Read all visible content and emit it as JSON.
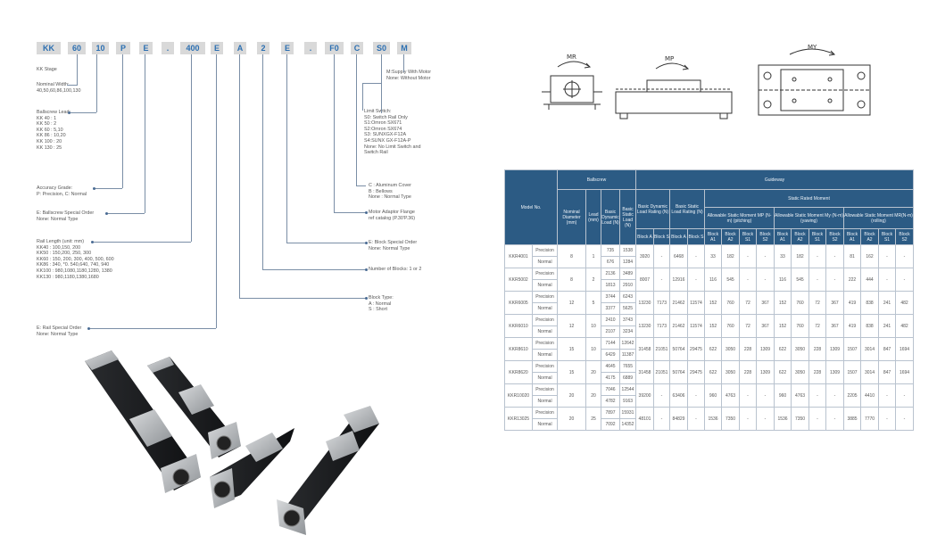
{
  "model_code": {
    "segments": [
      {
        "id": "stage",
        "text": "KK"
      },
      {
        "id": "width",
        "text": "60"
      },
      {
        "id": "lead",
        "text": "10"
      },
      {
        "id": "accuracy",
        "text": "P"
      },
      {
        "id": "ballscrew_special",
        "text": "E"
      },
      {
        "id": "dot1",
        "text": "."
      },
      {
        "id": "rail_length",
        "text": "400"
      },
      {
        "id": "rail_special",
        "text": "E"
      },
      {
        "id": "block_type",
        "text": "A"
      },
      {
        "id": "blocks",
        "text": "2"
      },
      {
        "id": "block_special",
        "text": "E"
      },
      {
        "id": "dot2",
        "text": "."
      },
      {
        "id": "adaptor",
        "text": "F0"
      },
      {
        "id": "cover",
        "text": "C"
      },
      {
        "id": "limit",
        "text": "S0"
      },
      {
        "id": "motor",
        "text": "M"
      }
    ]
  },
  "annotations": {
    "stage": [
      "KK Stage"
    ],
    "width": [
      "Nominal Width:",
      "40,50,60,86,100,130"
    ],
    "lead": [
      "Ballscrew Lead:",
      "KK 40 : 1",
      "KK 50 : 2",
      "KK 60 : 5,10",
      "KK 86 : 10,20",
      "KK 100 : 20",
      "KK 130 : 25"
    ],
    "accuracy": [
      "Accuracy Grade:",
      "P:  Precision, C:  Normal"
    ],
    "ballscrew_special": [
      "E: Ballscrew Special Order",
      "None:  Normal Type"
    ],
    "rail_length": [
      "Rail Length (unit: mm)",
      "KK40 : 100,150, 200",
      "KK50 : 150,200, 250, 300",
      "KK60 : 150, 200, 300, 400, 500, 600",
      "KK86 : 340, *0. 540,640, 740, 940",
      "KK100 : 980,1080,1180,1280, 1380",
      "KK130 : 980,1180,1380,1680"
    ],
    "rail_special": [
      "E: Rail Special Order",
      "None:  Normal Type"
    ],
    "motor": [
      "M:Supply With Motor",
      "None:  Without Motor"
    ],
    "limit": [
      "Limit Switch:",
      "S0: Switch Rail Only",
      "S1:Omron SX671",
      "S2:Omron SX674",
      "S3: SUNXGX-F12A",
      "S4:SUNX GX-F12A-P",
      "None:   No Limit Switch and",
      "Switch Rail"
    ],
    "cover": [
      "C : Aluminum Cover",
      "B : Bellows",
      "None : Normal Type"
    ],
    "adaptor": [
      "Motor Adaptor Flange",
      "ref catalog (P.30'P.36)"
    ],
    "block_special": [
      "E: Block Special Order",
      "None:  Normal Type"
    ],
    "blocks": [
      "Number of Blocks:  1 or 2"
    ],
    "block_type": [
      "Block Type:",
      "A : Normal",
      "S : Short"
    ]
  },
  "diagrams": {
    "moment_labels": [
      "MR",
      "MP",
      "MY"
    ]
  },
  "table": {
    "header": {
      "model": "Model No.",
      "ballscrew": "Ballscrew",
      "guideway": "Guideway",
      "nominal_diameter": "Nominal Diameter (mm)",
      "lead": "Lead (mm)",
      "basic_dynamic_load": "Basic Dynamic Load (N)",
      "basic_static_load": "Basic Static Load (N)",
      "basic_dynamic_rating": "Basic Dynamic Load Rating (N)",
      "basic_static_rating": "Basic Static Load Rating (N)",
      "static_rated_moment": "Static Rated Moment",
      "moment_mp": "Allowable Static Moment MP (N-m) (pitching)",
      "moment_my": "Allowable Static Moment My (N-m) (yawing)",
      "moment_mr": "Allowable Static Moment MR(N-m) (rolling)",
      "block_a": "Block A",
      "block_s": "Block S",
      "block_a1": "Block A1",
      "block_a2": "Block A2",
      "block_s1": "Block S1",
      "block_s2": "Block S2"
    },
    "grades": [
      "Precision",
      "Normal"
    ],
    "rows": [
      {
        "model": "KKR4001",
        "dia": "8",
        "lead": "1",
        "dyn": [
          "735",
          "676"
        ],
        "sta": [
          "1538",
          "1284"
        ],
        "gd": [
          "3920",
          "-"
        ],
        "gs": [
          "6468",
          "-"
        ],
        "mp": [
          "33",
          "182",
          "-",
          "-"
        ],
        "my": [
          "33",
          "182",
          "-",
          "-"
        ],
        "mr": [
          "81",
          "162",
          "-",
          "-"
        ]
      },
      {
        "model": "KKR5002",
        "dia": "8",
        "lead": "2",
        "dyn": [
          "2136",
          "1813"
        ],
        "sta": [
          "3489",
          "2910"
        ],
        "gd": [
          "8007",
          "-"
        ],
        "gs": [
          "12916",
          "-"
        ],
        "mp": [
          "116",
          "545",
          "-",
          "-"
        ],
        "my": [
          "116",
          "545",
          "-",
          "-"
        ],
        "mr": [
          "222",
          "444",
          "-",
          "-"
        ]
      },
      {
        "model": "KKR6005",
        "dia": "12",
        "lead": "5",
        "dyn": [
          "3744",
          "3377"
        ],
        "sta": [
          "6243",
          "5625"
        ],
        "gd": [
          "13230",
          "7173"
        ],
        "gs": [
          "21462",
          "11574"
        ],
        "mp": [
          "152",
          "760",
          "72",
          "367"
        ],
        "my": [
          "152",
          "760",
          "72",
          "367"
        ],
        "mr": [
          "419",
          "838",
          "241",
          "482"
        ]
      },
      {
        "model": "KKR6010",
        "dia": "12",
        "lead": "10",
        "dyn": [
          "2410",
          "2107"
        ],
        "sta": [
          "3743",
          "3234"
        ],
        "gd": [
          "13230",
          "7173"
        ],
        "gs": [
          "21462",
          "11574"
        ],
        "mp": [
          "152",
          "760",
          "72",
          "367"
        ],
        "my": [
          "152",
          "760",
          "72",
          "367"
        ],
        "mr": [
          "419",
          "838",
          "241",
          "482"
        ]
      },
      {
        "model": "KKR8610",
        "dia": "15",
        "lead": "10",
        "dyn": [
          "7144",
          "6429"
        ],
        "sta": [
          "12642",
          "11387"
        ],
        "gd": [
          "31458",
          "21051"
        ],
        "gs": [
          "50764",
          "29475"
        ],
        "mp": [
          "622",
          "3050",
          "228",
          "1309"
        ],
        "my": [
          "622",
          "3050",
          "228",
          "1309"
        ],
        "mr": [
          "1507",
          "3014",
          "847",
          "1694"
        ]
      },
      {
        "model": "KKR8620",
        "dia": "15",
        "lead": "20",
        "dyn": [
          "4645",
          "4175"
        ],
        "sta": [
          "7655",
          "6889"
        ],
        "gd": [
          "31458",
          "21051"
        ],
        "gs": [
          "50764",
          "29475"
        ],
        "mp": [
          "622",
          "3050",
          "228",
          "1309"
        ],
        "my": [
          "622",
          "3050",
          "228",
          "1309"
        ],
        "mr": [
          "1507",
          "3014",
          "847",
          "1694"
        ]
      },
      {
        "model": "KKR10020",
        "dia": "20",
        "lead": "20",
        "dyn": [
          "7046",
          "4782"
        ],
        "sta": [
          "12544",
          "9163"
        ],
        "gd": [
          "39200",
          "-"
        ],
        "gs": [
          "63406",
          "-"
        ],
        "mp": [
          "960",
          "4763",
          "-",
          "-"
        ],
        "my": [
          "960",
          "4763",
          "-",
          "-"
        ],
        "mr": [
          "2205",
          "4410",
          "-",
          "-"
        ]
      },
      {
        "model": "KKR13025",
        "dia": "20",
        "lead": "25",
        "dyn": [
          "7897",
          "7092"
        ],
        "sta": [
          "15931",
          "14352"
        ],
        "gd": [
          "48101",
          "-"
        ],
        "gs": [
          "84829",
          "-"
        ],
        "mp": [
          "1536",
          "7350",
          "-",
          "-"
        ],
        "my": [
          "1536",
          "7350",
          "-",
          "-"
        ],
        "mr": [
          "3885",
          "7770",
          "-",
          "-"
        ]
      }
    ]
  }
}
